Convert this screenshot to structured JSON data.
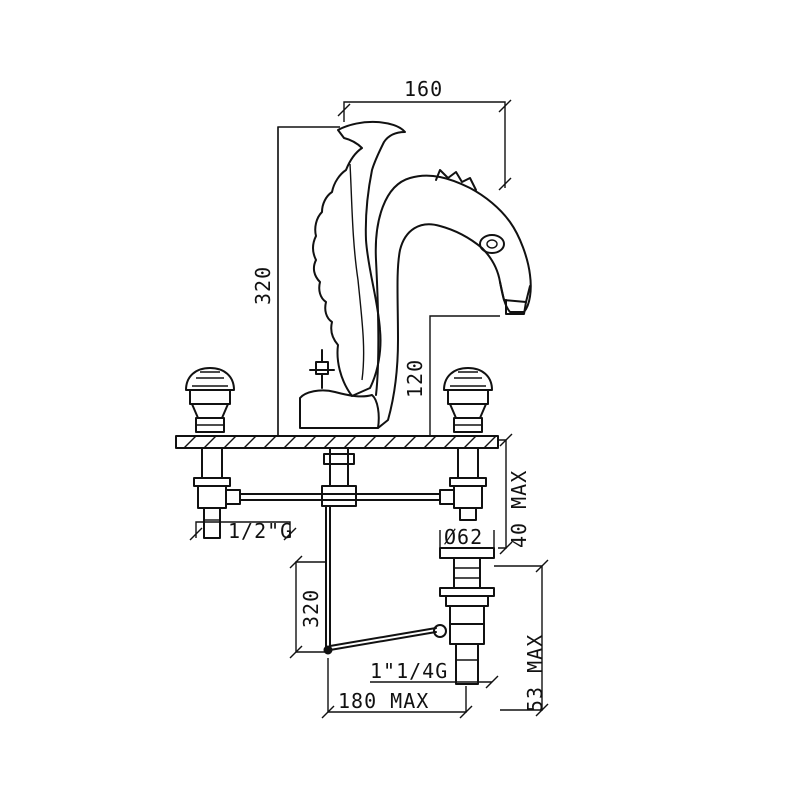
{
  "dimensions": {
    "spout_reach": "160",
    "spout_height": "320",
    "spout_outlet_height": "120",
    "deck_thickness": "40 MAX",
    "inlet_thread": "1/2\"G",
    "pop_up_rod_length": "320",
    "drain_diameter": "Ø62",
    "drain_thread": "1\"1/4G",
    "rod_reach": "180 MAX",
    "drain_length": "53 MAX"
  }
}
